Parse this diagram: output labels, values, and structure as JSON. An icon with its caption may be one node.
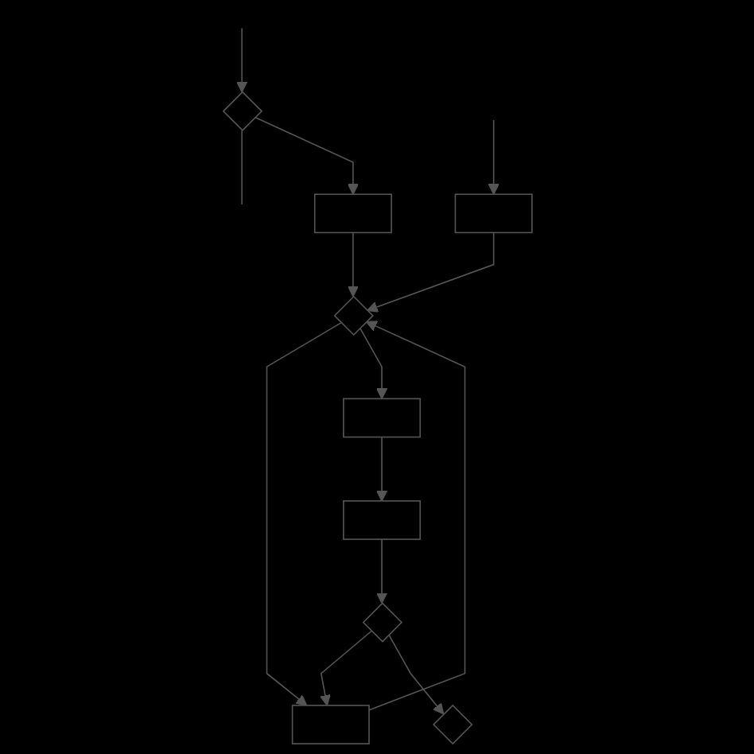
{
  "diagram": {
    "nodes": [
      {
        "text": [],
        "shape": "diamond"
      },
      {
        "text": [],
        "shape": "box"
      },
      {
        "text": [],
        "shape": "box"
      },
      {
        "text": [],
        "shape": "diamond"
      },
      {
        "text": [],
        "shape": "box"
      },
      {
        "text": [],
        "shape": "box"
      },
      {
        "text": [],
        "shape": "box"
      },
      {
        "text": [],
        "shape": "diamond"
      },
      {
        "text": [],
        "shape": "diamond"
      }
    ],
    "edges": [
      {
        "from": null,
        "to": 0,
        "arrow": "to"
      },
      {
        "from": 0,
        "to": null,
        "arrow": "none"
      },
      {
        "from": 0,
        "to": 1,
        "arrow": "to"
      },
      {
        "from": 1,
        "to": 3,
        "arrow": "to"
      },
      {
        "from": 6,
        "to": 3,
        "arrow": "to"
      },
      {
        "from": 2,
        "to": 3,
        "arrow": "to"
      },
      {
        "from": 3,
        "to": 2,
        "arrow": "to"
      },
      {
        "from": 3,
        "to": 4,
        "arrow": "to"
      },
      {
        "from": 4,
        "to": 5,
        "arrow": "to"
      },
      {
        "from": 5,
        "to": 7,
        "arrow": "to"
      },
      {
        "from": 7,
        "to": 2,
        "arrow": "to"
      },
      {
        "from": 7,
        "to": 8,
        "arrow": "to"
      },
      {
        "from": null,
        "to": 6,
        "arrow": "to"
      }
    ]
  }
}
